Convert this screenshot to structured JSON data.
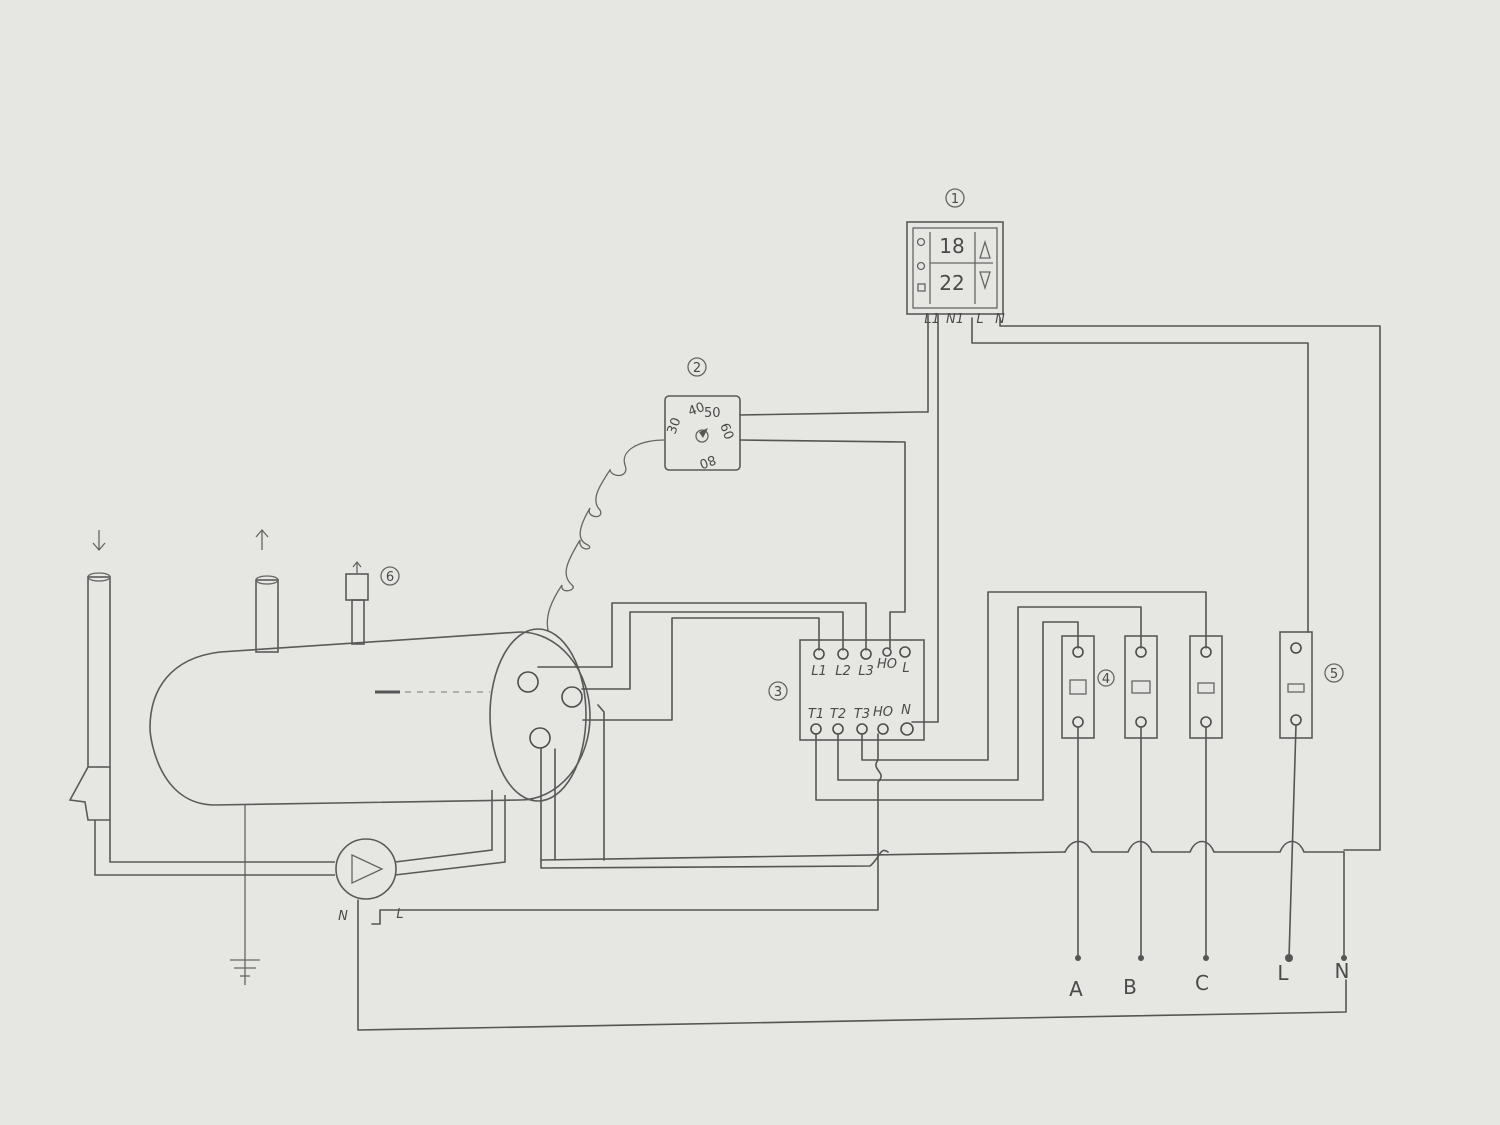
{
  "markers": {
    "m1": "1",
    "m2": "2",
    "m3": "3",
    "m4": "4",
    "m5": "5",
    "m6": "6"
  },
  "thermostat": {
    "temp_top": "18",
    "temp_bottom": "22",
    "terminals": [
      "L1",
      "N1",
      "L",
      "N"
    ]
  },
  "dial": {
    "scale": [
      "30",
      "40",
      "50",
      "60",
      "80"
    ]
  },
  "contactor": {
    "top_terminals": [
      "L1",
      "L2",
      "L3",
      "HO",
      "L"
    ],
    "bottom_terminals": [
      "T1",
      "T2",
      "T3",
      "HO",
      "N"
    ]
  },
  "pump": {
    "terminals": [
      "N",
      "L"
    ]
  },
  "supply": {
    "labels": [
      "A",
      "B",
      "C",
      "L",
      "N"
    ]
  },
  "colors": {
    "paper": "#e6e6e3",
    "pencil": "#555555"
  }
}
